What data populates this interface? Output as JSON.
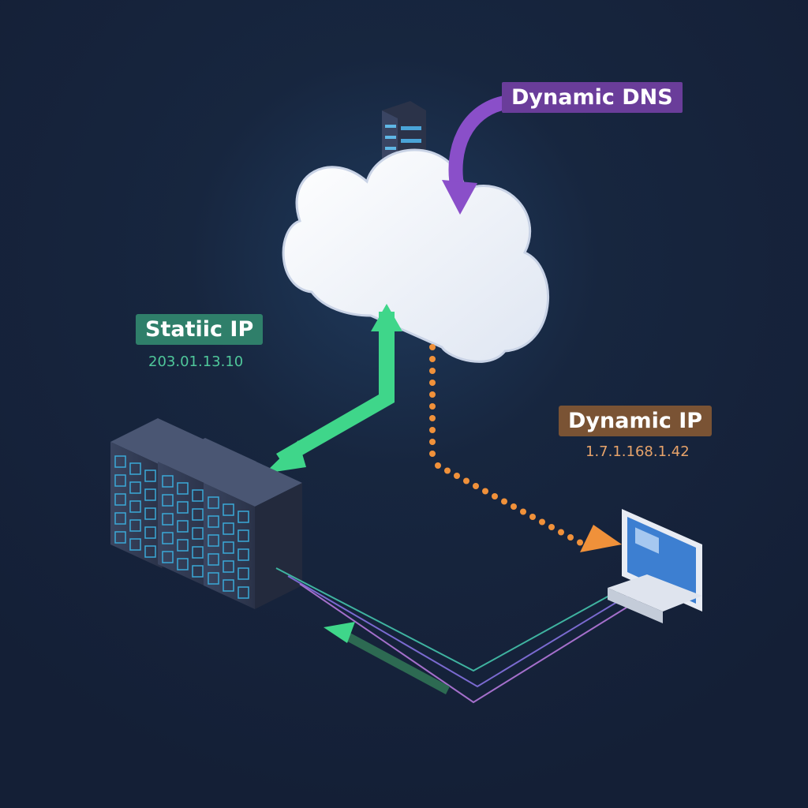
{
  "labels": {
    "dynamic_dns": "Dynamic DNS",
    "static_ip": "Statiic IP",
    "static_ip_address": "203.01.13.10",
    "dynamic_ip": "Dynamic IP",
    "dynamic_ip_address": "1.7.1.168.1.42"
  },
  "colors": {
    "background": "#16223a",
    "dynamic_dns": "#6a3d9a",
    "static_ip": "#2f7f6a",
    "dynamic_ip": "#7a5334",
    "green_arrow": "#3fd68a",
    "orange_dots": "#f0913a",
    "purple_arrow": "#8a4fc9"
  }
}
